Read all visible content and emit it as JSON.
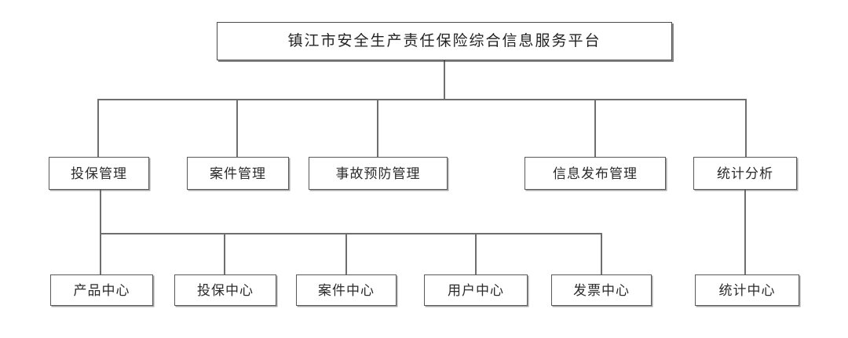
{
  "diagram": {
    "title_node": {
      "label": "镇江市安全生产责任保险综合信息服务平台"
    },
    "level2": [
      {
        "label": "投保管理"
      },
      {
        "label": "案件管理"
      },
      {
        "label": "事故预防管理"
      },
      {
        "label": "信息发布管理"
      },
      {
        "label": "统计分析"
      }
    ],
    "level3": [
      {
        "label": "产品中心"
      },
      {
        "label": "投保中心"
      },
      {
        "label": "案件中心"
      },
      {
        "label": "用户中心"
      },
      {
        "label": "发票中心"
      },
      {
        "label": "统计中心"
      }
    ],
    "colors": {
      "background": "#ffffff",
      "box_border": "#5a5a5a",
      "connector": "#6e6e6e",
      "text": "#2b2b2b"
    }
  }
}
